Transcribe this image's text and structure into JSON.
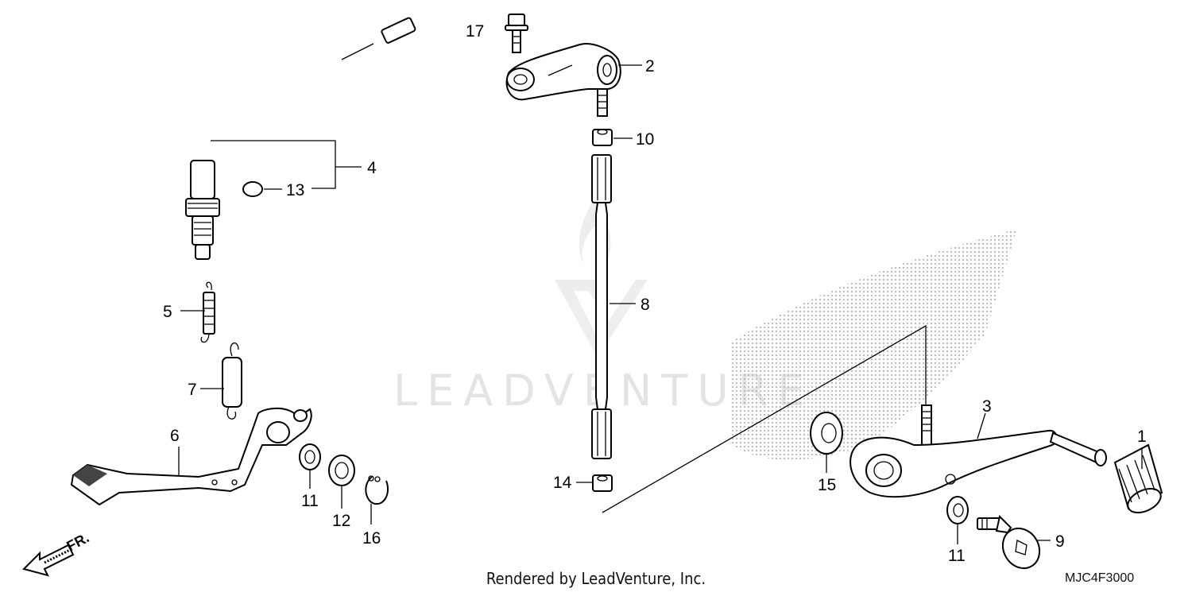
{
  "watermark": {
    "text": "LEADVENTURE"
  },
  "footer": {
    "rendered_by": "Rendered by LeadVenture, Inc."
  },
  "diagram_code": "MJC4F3000",
  "direction": {
    "text": "FR."
  },
  "callouts": {
    "c1": "1",
    "c2": "2",
    "c3": "3",
    "c4": "4",
    "c5": "5",
    "c6": "6",
    "c7": "7",
    "c8": "8",
    "c9": "9",
    "c10": "10",
    "c11a": "11",
    "c11b": "11",
    "c12": "12",
    "c13": "13",
    "c14": "14",
    "c15": "15",
    "c16": "16",
    "c17": "17"
  }
}
